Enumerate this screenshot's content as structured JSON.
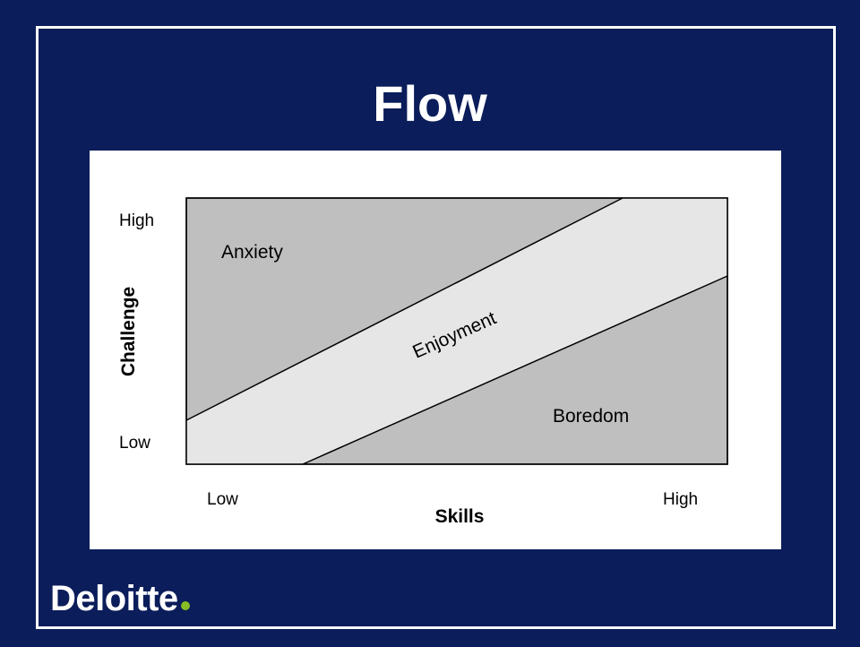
{
  "slide": {
    "title": "Flow",
    "logo": {
      "text": "Deloitte",
      "dot_color": "#86bc25"
    },
    "colors": {
      "background": "#0b1d5a",
      "frame": "#ffffff",
      "panel": "#ffffff",
      "zone_dark": "#bfbfbf",
      "zone_light": "#e6e6e6"
    }
  },
  "diagram": {
    "y_axis": {
      "label": "Challenge",
      "high": "High",
      "low": "Low"
    },
    "x_axis": {
      "label": "Skills",
      "low": "Low",
      "high": "High"
    },
    "zones": {
      "anxiety": "Anxiety",
      "enjoyment": "Enjoyment",
      "boredom": "Boredom"
    }
  }
}
